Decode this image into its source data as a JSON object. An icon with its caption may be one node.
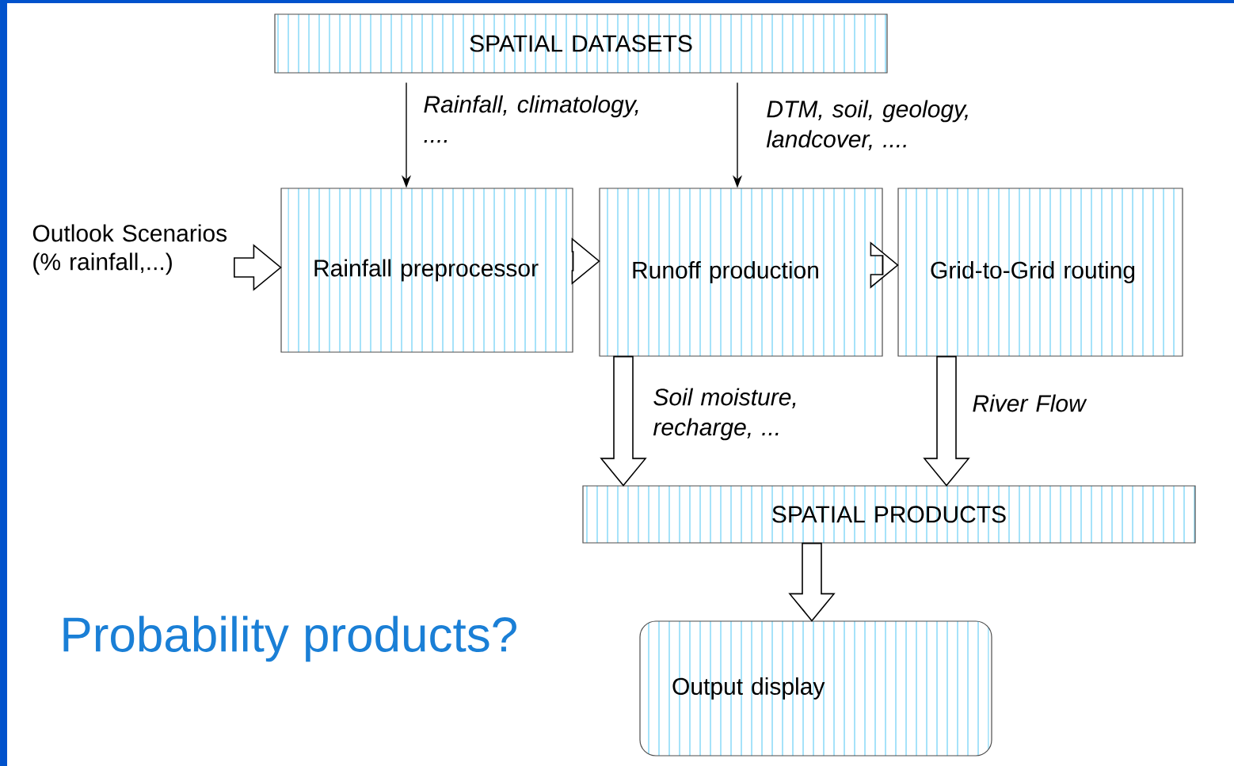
{
  "diagram": {
    "nodes": [
      {
        "text": [
          "SPATIAL DATASETS"
        ]
      },
      {
        "text": [
          "Outlook Scenarios (% rainfall,...)"
        ]
      },
      {
        "text": [
          "Rainfall preprocessor"
        ]
      },
      {
        "text": [
          "Runoff production"
        ]
      },
      {
        "text": [
          "Grid-to-Grid routing"
        ]
      },
      {
        "text": [
          "SPATIAL PRODUCTS"
        ]
      },
      {
        "text": [
          "Output display"
        ]
      }
    ],
    "edges": [
      {
        "from": 0,
        "to": 2,
        "arrow": "to",
        "label": "Rainfall, climatology, ...."
      },
      {
        "from": 0,
        "to": 3,
        "arrow": "to",
        "label": "DTM, soil, geology, landcover, ...."
      },
      {
        "from": 1,
        "to": 2,
        "arrow": "to",
        "style": "thick"
      },
      {
        "from": 2,
        "to": 3,
        "arrow": "to",
        "style": "thick"
      },
      {
        "from": 3,
        "to": 4,
        "arrow": "to",
        "style": "thick"
      },
      {
        "from": 3,
        "to": 5,
        "arrow": "to",
        "style": "thick",
        "label": "Soil moisture, recharge, ..."
      },
      {
        "from": 4,
        "to": 5,
        "arrow": "to",
        "style": "thick",
        "label": "River Flow"
      },
      {
        "from": 5,
        "to": 6,
        "arrow": "to",
        "style": "thick"
      }
    ],
    "labels": [
      "Probability products?"
    ]
  }
}
